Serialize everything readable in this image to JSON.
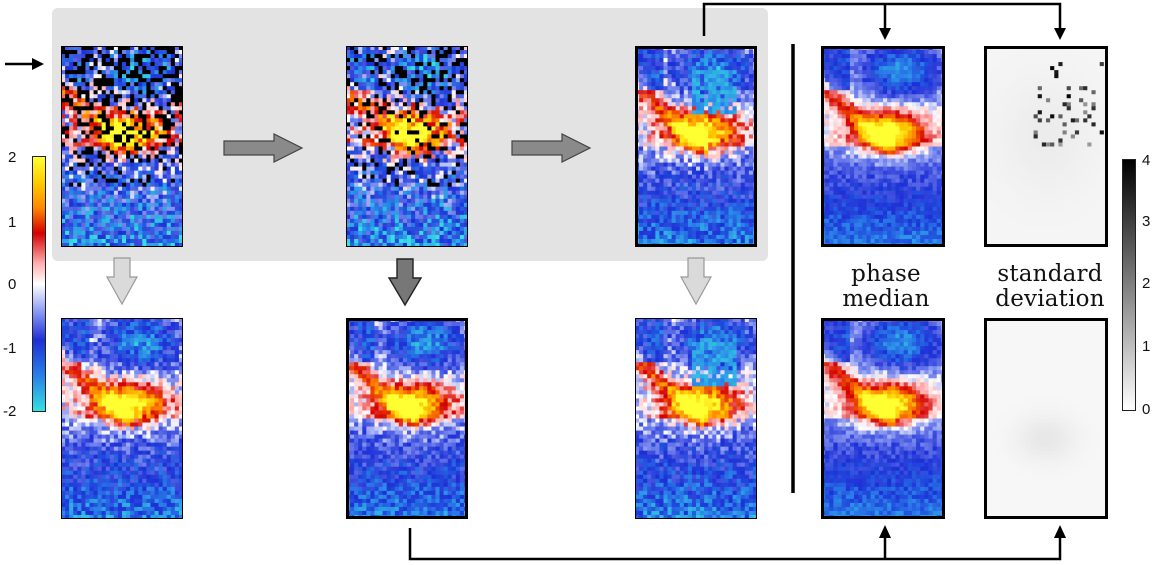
{
  "labels": {
    "phase_median": "phase\nmedian",
    "standard_deviation": "standard\ndeviation"
  },
  "phase_colorbar": {
    "ticks": [
      "2",
      "1",
      "0",
      "-1",
      "-2"
    ],
    "colors": [
      "#ffff33",
      "#ff9900",
      "#d40000",
      "#ffffff",
      "#1d2fd6",
      "#36e0e0"
    ]
  },
  "std_colorbar": {
    "ticks": [
      "4",
      "3",
      "2",
      "1",
      "0"
    ],
    "colors": [
      "#000000",
      "#ffffff"
    ]
  },
  "colors": {
    "panel_background": "#e3e3e3",
    "light_arrow": "#d6d6d6",
    "dark_arrow": "#777777",
    "mid_arrow": "#8a8a8a",
    "connector": "#000000"
  }
}
